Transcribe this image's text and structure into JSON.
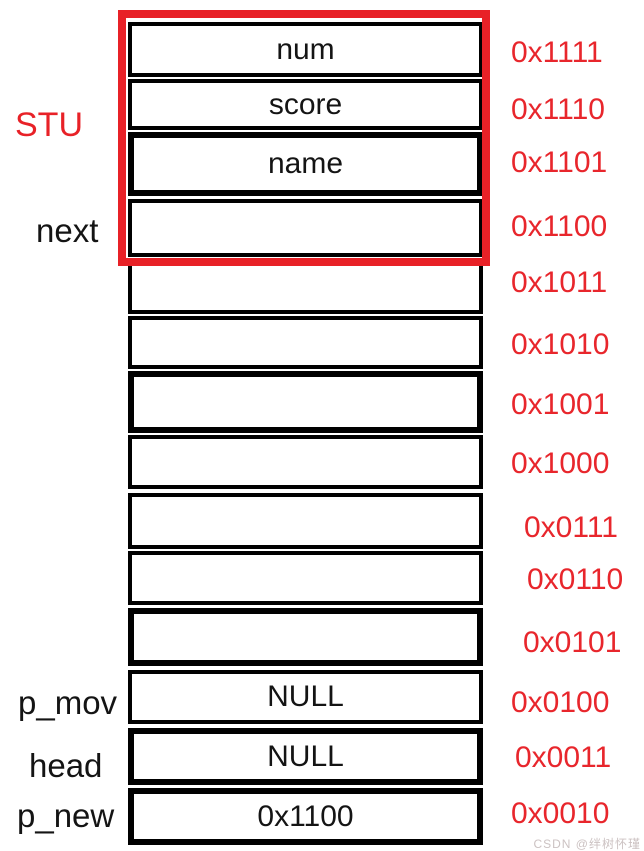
{
  "diagram": {
    "pointer_labels": {
      "stu": "STU",
      "next": "next",
      "p_mov": "p_mov",
      "head": "head",
      "p_new": "p_new"
    },
    "cells": [
      {
        "address": "0x1111",
        "value": "num",
        "border": "normal"
      },
      {
        "address": "0x1110",
        "value": "score",
        "border": "normal"
      },
      {
        "address": "0x1101",
        "value": "name",
        "border": "thick"
      },
      {
        "address": "0x1100",
        "value": "",
        "border": "normal"
      },
      {
        "address": "0x1011",
        "value": "",
        "border": "normal"
      },
      {
        "address": "0x1010",
        "value": "",
        "border": "normal"
      },
      {
        "address": "0x1001",
        "value": "",
        "border": "thick"
      },
      {
        "address": "0x1000",
        "value": "",
        "border": "normal"
      },
      {
        "address": "0x0111",
        "value": "",
        "border": "normal"
      },
      {
        "address": "0x0110",
        "value": "",
        "border": "normal"
      },
      {
        "address": "0x0101",
        "value": "",
        "border": "thick"
      },
      {
        "address": "0x0100",
        "value": "NULL",
        "border": "normal"
      },
      {
        "address": "0x0011",
        "value": "NULL",
        "border": "thick"
      },
      {
        "address": "0x0010",
        "value": "0x1100",
        "border": "thick"
      }
    ],
    "colors": {
      "accent_red": "#e82127",
      "address_red": "#e8262c",
      "box_border": "#000000"
    },
    "watermark": "CSDN @绊树怀瑾"
  }
}
